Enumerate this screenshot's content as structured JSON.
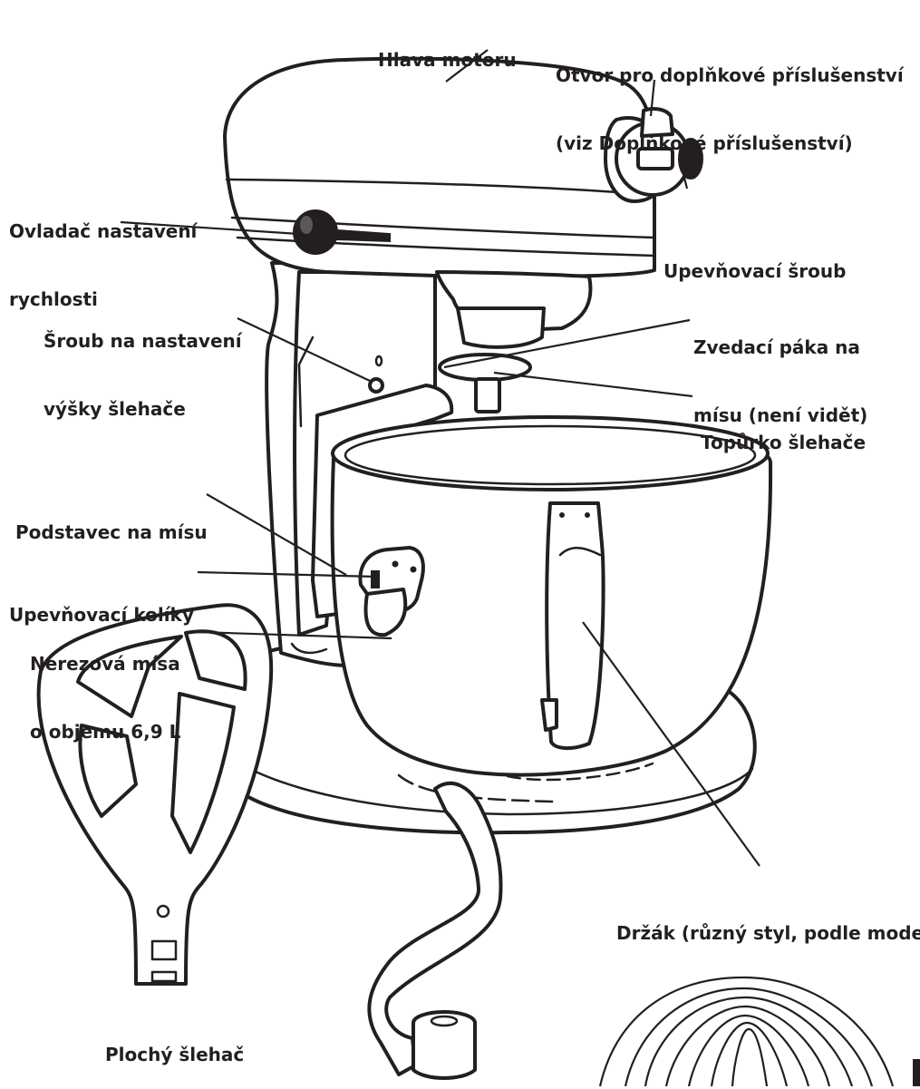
{
  "labels": {
    "motor_head": "Hlava motoru",
    "attachment_hub": [
      "Otvor pro doplňkové příslušenství",
      "(viz Doplňkové příslušenství)"
    ],
    "speed_control": [
      "Ovladač nastavení",
      "rychlosti"
    ],
    "hub_knob": "Upevňovací šroub",
    "height_screw": [
      "Šroub na nastavení",
      "výšky šlehače"
    ],
    "bowl_lift": [
      "Zvedací páka na",
      "mísu (není vidět)"
    ],
    "beater_shaft": "Topůrko šlehače",
    "bowl_support": "Podstavec na mísu",
    "locating_pins": "Upevňovací kolíky",
    "bowl": [
      "Nerezová mísa",
      "o objemu 6,9 L"
    ],
    "handle": "Držák (různý styl, podle modelu)",
    "flat_beater": "Plochý šlehač"
  },
  "colors": {
    "ink": "#231f20",
    "background": "#ffffff"
  }
}
